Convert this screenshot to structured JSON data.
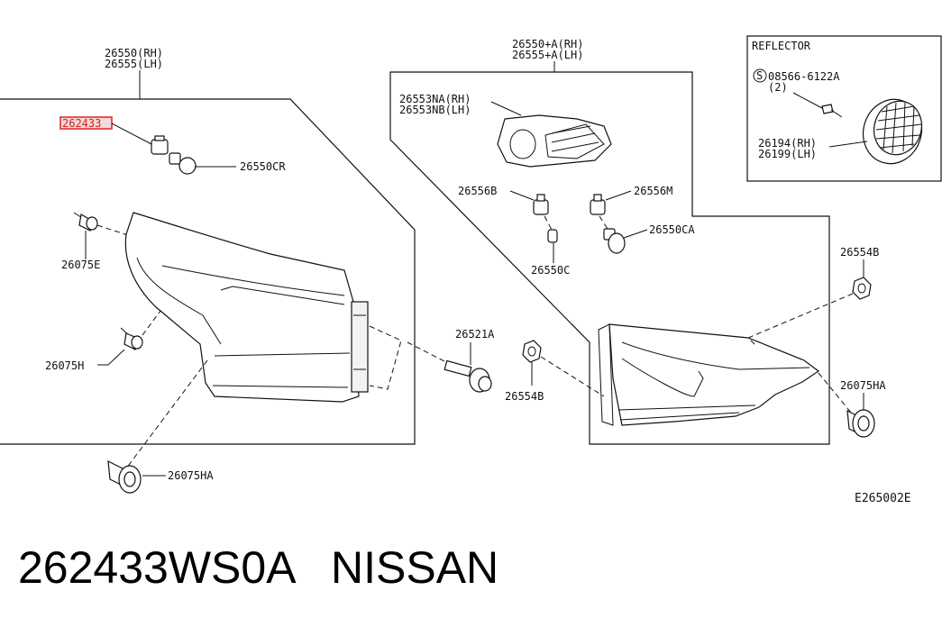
{
  "labels": {
    "lamp_rh": "26550(RH)",
    "lamp_lh": "26555(LH)",
    "socket_highlight": "262433",
    "bulb_cr": "26550CR",
    "clip_e": "26075E",
    "clip_h": "26075H",
    "clip_ha_bottom": "26075HA",
    "inner_rh": "26550+A(RH)",
    "inner_lh": "26555+A(LH)",
    "gasket_rh": "26553NA(RH)",
    "gasket_lh": "26553NB(LH)",
    "socket_b": "26556B",
    "socket_m": "26556M",
    "bulb_ca": "26550CA",
    "bulb_c": "26550C",
    "bolt": "26521A",
    "nut_left": "26554B",
    "nut_right": "26554B",
    "clip_ha_right": "26075HA",
    "reflector_title": "REFLECTOR",
    "screw_circle": "S",
    "screw_no": "08566-6122A",
    "screw_qty": "(2)",
    "refl_rh": "26194(RH)",
    "refl_lh": "26199(LH)",
    "diagram_code": "E265002E"
  },
  "caption": {
    "part_number": "262433WS0A",
    "brand": "NISSAN"
  },
  "colors": {
    "line": "#111111",
    "highlight": "#e03030",
    "caption": "#000000"
  }
}
